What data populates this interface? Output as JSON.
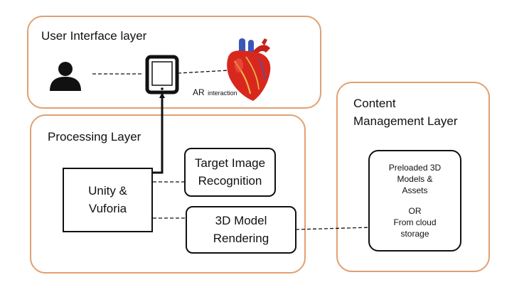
{
  "ui_layer": {
    "title": "User Interface layer",
    "ar_label": "AR",
    "interaction_label": "interaction"
  },
  "processing_layer": {
    "title": "Processing Layer",
    "unity": {
      "line1": "Unity &",
      "line2": "Vuforia"
    },
    "target": {
      "line1": "Target Image",
      "line2": "Recognition"
    },
    "rendering": {
      "line1": "3D Model",
      "line2": "Rendering"
    }
  },
  "content_layer": {
    "title_line1": "Content",
    "title_line2": "Management Layer",
    "store": {
      "line1": "Preloaded 3D",
      "line2": "Models &",
      "line3": "Assets",
      "line4": "OR",
      "line5": "From cloud",
      "line6": "storage"
    }
  },
  "colors": {
    "layer_border": "#e0a070",
    "box_border": "#111111",
    "heart_red": "#d8281e",
    "heart_blue": "#3a56b8"
  },
  "icons": {
    "user": "person-icon",
    "device": "tablet-icon",
    "model": "heart-icon"
  }
}
